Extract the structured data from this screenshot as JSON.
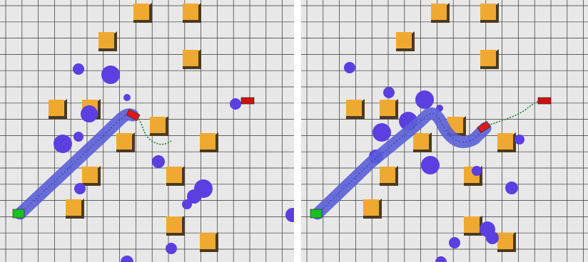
{
  "colors": {
    "background": "#e8e8e8",
    "grid": "#333333",
    "obstacle_box_top": "#f0a930",
    "obstacle_box_side": "#4a3a20",
    "obstacle_sphere": "#5b3fe0",
    "trajectory_tube": "#5a5fd8",
    "trajectory_centerline": "#3b3fa0",
    "planned_path": "#1a7a2a",
    "start_marker": "#18c020",
    "goal_marker": "#cc1010",
    "robot_marker": "#e01818",
    "separator": "#ffffff"
  },
  "panels": [
    {
      "name": "left",
      "description_icon": "path-planning-scene",
      "robot_marker": "red-block",
      "start_marker": "green-block",
      "goal_marker": "red-block"
    },
    {
      "name": "right",
      "description_icon": "path-planning-scene",
      "robot_marker": "red-block",
      "start_marker": "green-block",
      "goal_marker": "red-block"
    }
  ]
}
